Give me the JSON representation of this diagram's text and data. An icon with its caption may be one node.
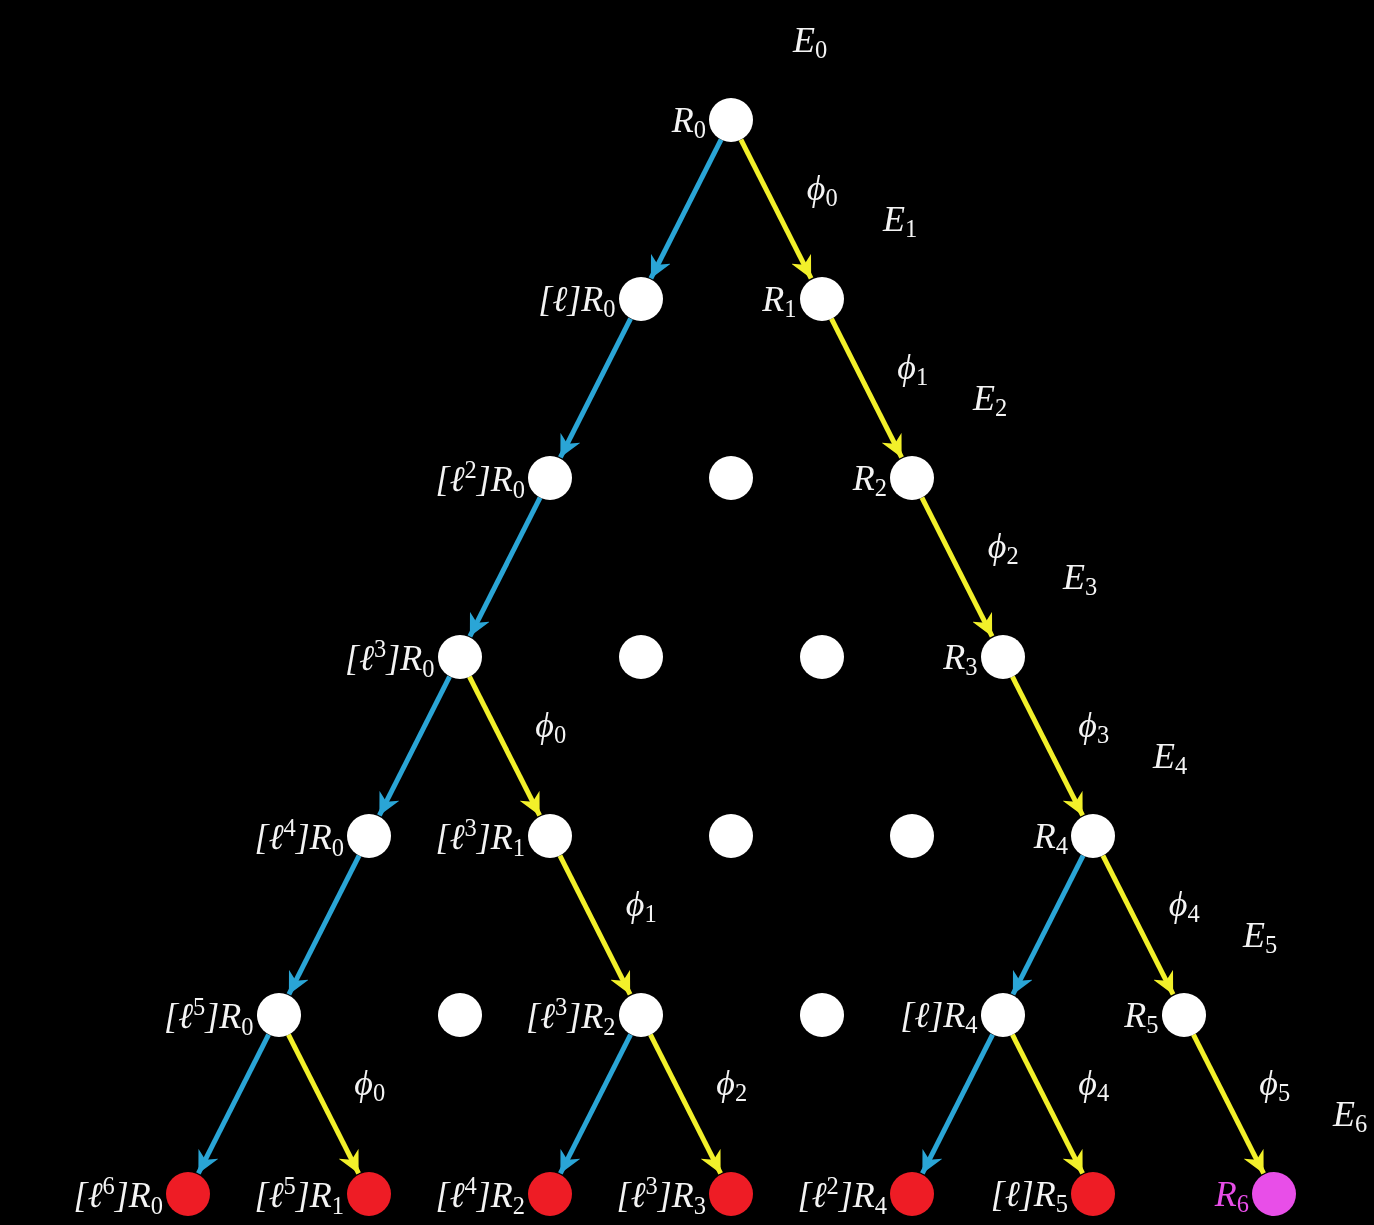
{
  "diagram": {
    "nodes": [
      {
        "text": [],
        "shape": "circle",
        "beside": [
          "R$_{0}$"
        ]
      },
      {
        "text": [],
        "shape": "circle",
        "beside": [
          "[ℓ]R$_{0}$"
        ]
      },
      {
        "text": [],
        "shape": "circle",
        "beside": [
          "R$_{1}$"
        ]
      },
      {
        "text": [],
        "shape": "circle",
        "beside": [
          "[ℓ$^{2}$]R$_{0}$"
        ]
      },
      {
        "text": [],
        "shape": "circle"
      },
      {
        "text": [],
        "shape": "circle",
        "beside": [
          "R$_{2}$"
        ]
      },
      {
        "text": [],
        "shape": "circle",
        "beside": [
          "[ℓ$^{3}$]R$_{0}$"
        ]
      },
      {
        "text": [],
        "shape": "circle"
      },
      {
        "text": [],
        "shape": "circle"
      },
      {
        "text": [],
        "shape": "circle",
        "beside": [
          "R$_{3}$"
        ]
      },
      {
        "text": [],
        "shape": "circle",
        "beside": [
          "[ℓ$^{4}$]R$_{0}$"
        ]
      },
      {
        "text": [],
        "shape": "circle",
        "beside": [
          "[ℓ$^{3}$]R$_{1}$"
        ]
      },
      {
        "text": [],
        "shape": "circle"
      },
      {
        "text": [],
        "shape": "circle"
      },
      {
        "text": [],
        "shape": "circle",
        "beside": [
          "R$_{4}$"
        ]
      },
      {
        "text": [],
        "shape": "circle",
        "beside": [
          "[ℓ$^{5}$]R$_{0}$"
        ]
      },
      {
        "text": [],
        "shape": "circle"
      },
      {
        "text": [],
        "shape": "circle",
        "beside": [
          "[ℓ$^{3}$]R$_{2}$"
        ]
      },
      {
        "text": [],
        "shape": "circle"
      },
      {
        "text": [],
        "shape": "circle",
        "beside": [
          "[ℓ]R$_{4}$"
        ]
      },
      {
        "text": [],
        "shape": "circle",
        "beside": [
          "R$_{5}$"
        ]
      },
      {
        "text": [],
        "shape": "circle",
        "beside": [
          "[ℓ$^{6}$]R$_{0}$"
        ]
      },
      {
        "text": [],
        "shape": "circle",
        "beside": [
          "[ℓ$^{5}$]R$_{1}$"
        ]
      },
      {
        "text": [],
        "shape": "circle",
        "beside": [
          "[ℓ$^{4}$]R$_{2}$"
        ]
      },
      {
        "text": [],
        "shape": "circle",
        "beside": [
          "[ℓ$^{3}$]R$_{3}$"
        ]
      },
      {
        "text": [],
        "shape": "circle",
        "beside": [
          "[ℓ$^{2}$]R$_{4}$"
        ]
      },
      {
        "text": [],
        "shape": "circle",
        "beside": [
          "[ℓ]R$_{5}$"
        ]
      },
      {
        "text": [],
        "shape": "circle",
        "beside": [
          "R$_{6}$"
        ]
      }
    ],
    "edges": [
      {
        "from": 0,
        "to": 1,
        "arrow": "to",
        "color": "#2aa5d6"
      },
      {
        "from": 0,
        "to": 2,
        "arrow": "to",
        "label": "ϕ$_{0}$"
      },
      {
        "from": 1,
        "to": 3,
        "arrow": "to",
        "color": "#2aa5d6"
      },
      {
        "from": 2,
        "to": 5,
        "arrow": "to",
        "label": "ϕ$_{1}$"
      },
      {
        "from": 3,
        "to": 6,
        "arrow": "to",
        "color": "#2aa5d6"
      },
      {
        "from": 5,
        "to": 9,
        "arrow": "to",
        "label": "ϕ$_{2}$"
      },
      {
        "from": 6,
        "to": 10,
        "arrow": "to",
        "color": "#2aa5d6"
      },
      {
        "from": 6,
        "to": 11,
        "arrow": "to",
        "label": "ϕ$_{0}$"
      },
      {
        "from": 9,
        "to": 14,
        "arrow": "to",
        "label": "ϕ$_{3}$"
      },
      {
        "from": 10,
        "to": 15,
        "arrow": "to",
        "color": "#2aa5d6"
      },
      {
        "from": 11,
        "to": 17,
        "arrow": "to",
        "label": "ϕ$_{1}$"
      },
      {
        "from": 14,
        "to": 19,
        "arrow": "to",
        "color": "#2aa5d6"
      },
      {
        "from": 14,
        "to": 20,
        "arrow": "to",
        "label": "ϕ$_{4}$"
      },
      {
        "from": 15,
        "to": 21,
        "arrow": "to",
        "color": "#2aa5d6"
      },
      {
        "from": 15,
        "to": 22,
        "arrow": "to",
        "label": "ϕ$_{0}$"
      },
      {
        "from": 17,
        "to": 23,
        "arrow": "to",
        "color": "#2aa5d6"
      },
      {
        "from": 17,
        "to": 24,
        "arrow": "to",
        "label": "ϕ$_{2}$"
      },
      {
        "from": 19,
        "to": 25,
        "arrow": "to",
        "color": "#2aa5d6"
      },
      {
        "from": 19,
        "to": 26,
        "arrow": "to",
        "label": "ϕ$_{4}$"
      },
      {
        "from": 20,
        "to": 27,
        "arrow": "to",
        "label": "ϕ$_{5}$"
      }
    ],
    "labels": [
      "E$_{0}$",
      "E$_{1}$",
      "E$_{2}$",
      "E$_{3}$",
      "E$_{4}$",
      "E$_{5}$",
      "E$_{6}$"
    ]
  }
}
